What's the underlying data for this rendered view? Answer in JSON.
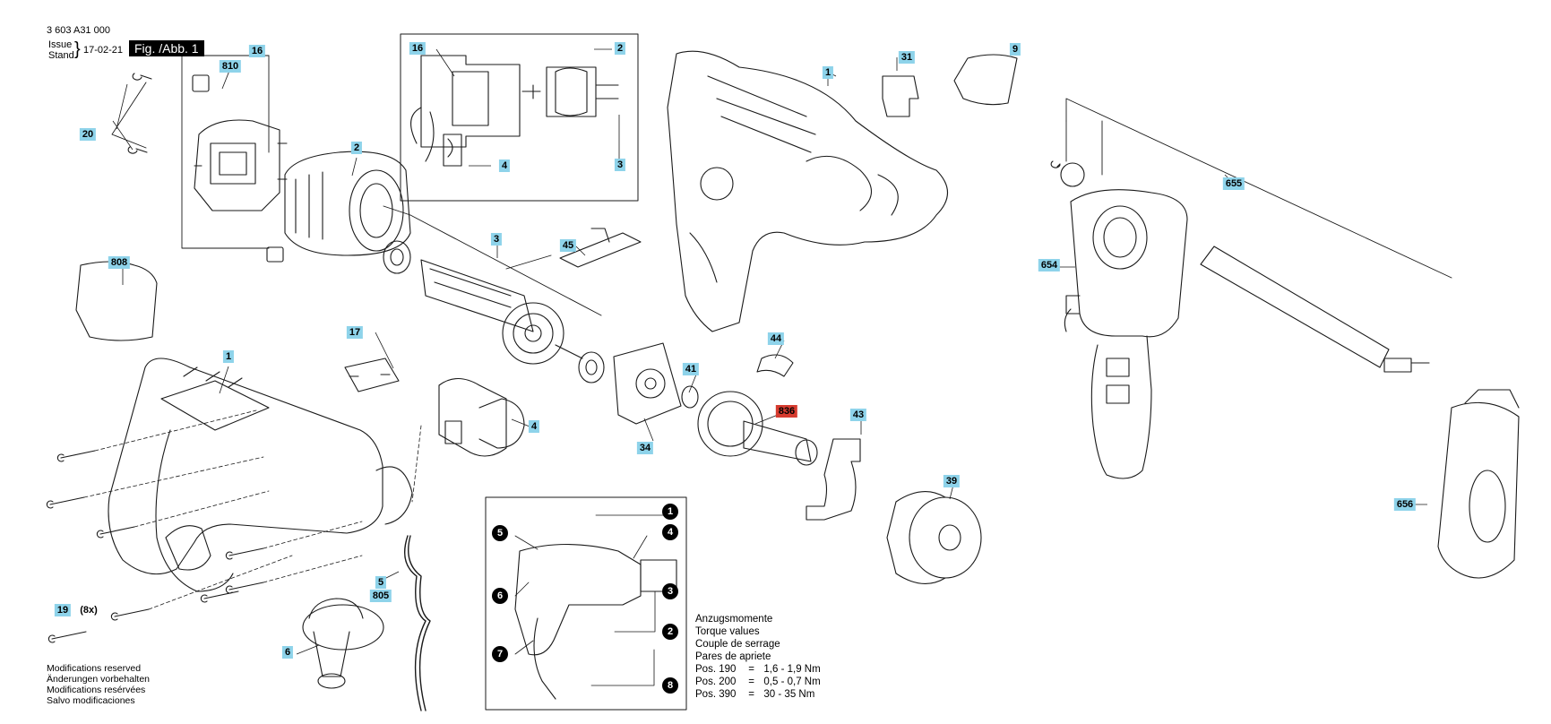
{
  "header": {
    "drawing_number": "3 603 A31 000",
    "issue_label": "Issue",
    "stand_label": "Stand",
    "date": "17-02-21",
    "figure_label": "Fig. /Abb. 1"
  },
  "part_labels": {
    "p16_top": "16",
    "p810": "810",
    "p20": "20",
    "p2_top": "2",
    "p808": "808",
    "p16_inset": "16",
    "p2_inset": "2",
    "p4_inset": "4",
    "p3_inset": "3",
    "p3": "3",
    "p45": "45",
    "p1_top": "1",
    "p31": "31",
    "p9": "9",
    "p655": "655",
    "p654": "654",
    "p17": "17",
    "p1_bottom": "1",
    "p4": "4",
    "p44": "44",
    "p41": "41",
    "p34": "34",
    "p836": "836",
    "p43": "43",
    "p39": "39",
    "p656": "656",
    "p5": "5",
    "p805": "805",
    "p19": "19",
    "p19_qty": "(8x)",
    "p6": "6"
  },
  "callouts": [
    "1",
    "2",
    "3",
    "4",
    "5",
    "6",
    "7",
    "8"
  ],
  "notes": {
    "lines": [
      "Modifications reserved",
      "Änderungen vorbehalten",
      "Modifications resérvées",
      "Salvo modificaciones"
    ]
  },
  "torque": {
    "titles": [
      "Anzugsmomente",
      "Torque values",
      "Couple de serrage",
      "Pares de apriete"
    ],
    "rows": [
      {
        "pos": "Pos. 190",
        "eq": "=",
        "value": "1,6 - 1,9 Nm"
      },
      {
        "pos": "Pos. 200",
        "eq": "=",
        "value": "0,5 - 0,7 Nm"
      },
      {
        "pos": "Pos. 390",
        "eq": "=",
        "value": "30 - 35 Nm"
      }
    ]
  },
  "colors": {
    "label_bg": "#8ed3ea",
    "highlight_bg": "#d63b2f",
    "line": "#1a1a1a"
  }
}
